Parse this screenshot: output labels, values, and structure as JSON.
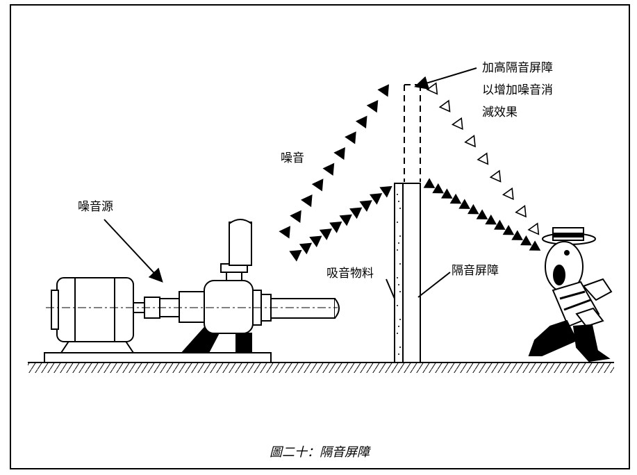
{
  "labels": {
    "noise_source": "噪音源",
    "noise": "噪音",
    "absorbing_material": "吸音物料",
    "barrier": "隔音屏障",
    "raise_line1": "加高隔音屏障",
    "raise_line2": "以增加噪音消",
    "raise_line3": "減效果"
  },
  "caption": "圖二十：隔音屏障",
  "colors": {
    "ink": "#000000",
    "paper": "#ffffff"
  }
}
